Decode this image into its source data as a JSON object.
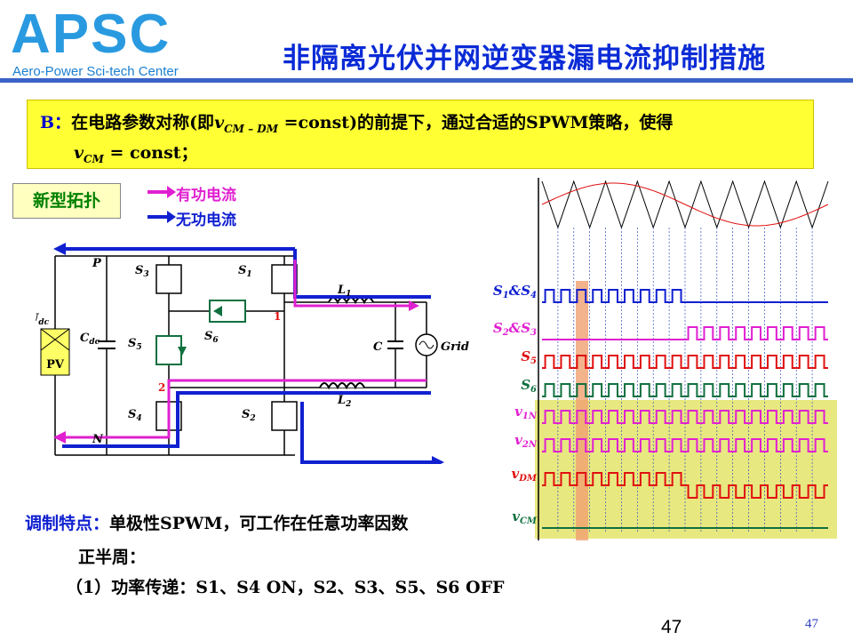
{
  "logo": {
    "abbr": "APSC",
    "full": "Aero-Power Sci-tech Center"
  },
  "title": "非隔离光伏并网逆变器漏电流抑制措施",
  "note": {
    "label": "B：",
    "line1_a": "在电路参数对称(即",
    "line1_var": "v",
    "line1_sub": "CM – DM",
    "line1_b": " =const)的前提下，通过合适的SPWM策略，使得",
    "line2_var": "v",
    "line2_sub": "CM",
    "line2_b": " = const；"
  },
  "topology_tag": "新型拓扑",
  "legend": {
    "active": "有功电流",
    "reactive": "无功电流",
    "active_color": "#e020d0",
    "reactive_color": "#1020d0"
  },
  "circuit": {
    "labels": {
      "P": "P",
      "N": "N",
      "Udc": "U",
      "Udc_sub": "dc",
      "Cdc": "C",
      "Cdc_sub": "dc",
      "PV": "PV",
      "S1": "S",
      "S1_sub": "1",
      "S2": "S",
      "S2_sub": "2",
      "S3": "S",
      "S3_sub": "3",
      "S4": "S",
      "S4_sub": "4",
      "S5": "S",
      "S5_sub": "5",
      "S6": "S",
      "S6_sub": "6",
      "L1": "L",
      "L1_sub": "1",
      "L2": "L",
      "L2_sub": "2",
      "C": "C",
      "Grid": "Grid",
      "node1": "1",
      "node2": "2"
    }
  },
  "waves": {
    "labels": [
      {
        "main": "S",
        "sub": "1",
        "mid": "&S",
        "sub2": "4",
        "color": "#1020d0"
      },
      {
        "main": "S",
        "sub": "2",
        "mid": "&S",
        "sub2": "3",
        "color": "#e020d0"
      },
      {
        "main": "S",
        "sub": "5",
        "mid": "",
        "sub2": "",
        "color": "#e01010"
      },
      {
        "main": "S",
        "sub": "6",
        "mid": "",
        "sub2": "",
        "color": "#107040"
      },
      {
        "main": "v",
        "sub": "1N",
        "mid": "",
        "sub2": "",
        "color": "#e020d0"
      },
      {
        "main": "v",
        "sub": "2N",
        "mid": "",
        "sub2": "",
        "color": "#e020d0"
      },
      {
        "main": "v",
        "sub": "DM",
        "mid": "",
        "sub2": "",
        "color": "#e01010"
      },
      {
        "main": "v",
        "sub": "CM",
        "mid": "",
        "sub2": "",
        "color": "#107040"
      }
    ]
  },
  "modulation": {
    "label": "调制特点：",
    "text": "单极性SPWM，可工作在任意功率因数"
  },
  "half_cycle": "正半周：",
  "power_transfer": "（1）功率传递：S1、S4 ON，S2、S3、S5、S6 OFF",
  "page": "47",
  "page_small": "47"
}
